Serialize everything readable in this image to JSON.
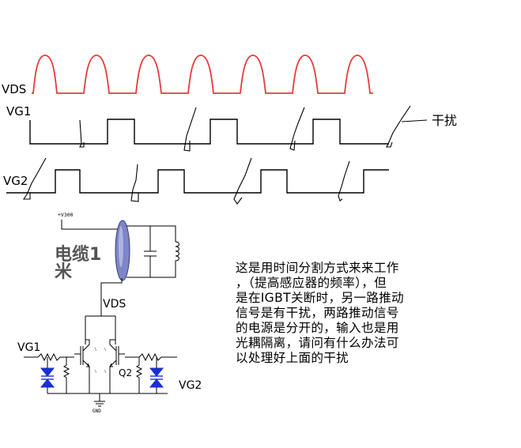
{
  "waveforms": {
    "vds_label": "VDS",
    "vg1_label": "VG1",
    "vg2_label": "VG2",
    "interference_label": "干扰",
    "colors": {
      "vds_wave": "#e53b3b",
      "gate_wave": "#000000"
    }
  },
  "circuit": {
    "supply_label": "+V300",
    "cable_label_line1": "电缆1",
    "cable_label_line2": "米",
    "vds_label": "VDS",
    "vg1_label": "VG1",
    "vg2_label": "VG2",
    "q2_label": "Q2",
    "gnd_label": "GND",
    "diode_color": "#1a2fd4",
    "cable_color": "#7d86c8"
  },
  "note": {
    "lines": [
      "这是用时间分割方式来来工作",
      "，（提高感应器的频率），但",
      "是在IGBT关断时，另一路推动",
      "信号是有干扰，两路推动信号",
      "的电源是分开的，输入也是用",
      "光耦隔离，请问有什么办法可",
      "以处理好上面的干扰"
    ]
  }
}
